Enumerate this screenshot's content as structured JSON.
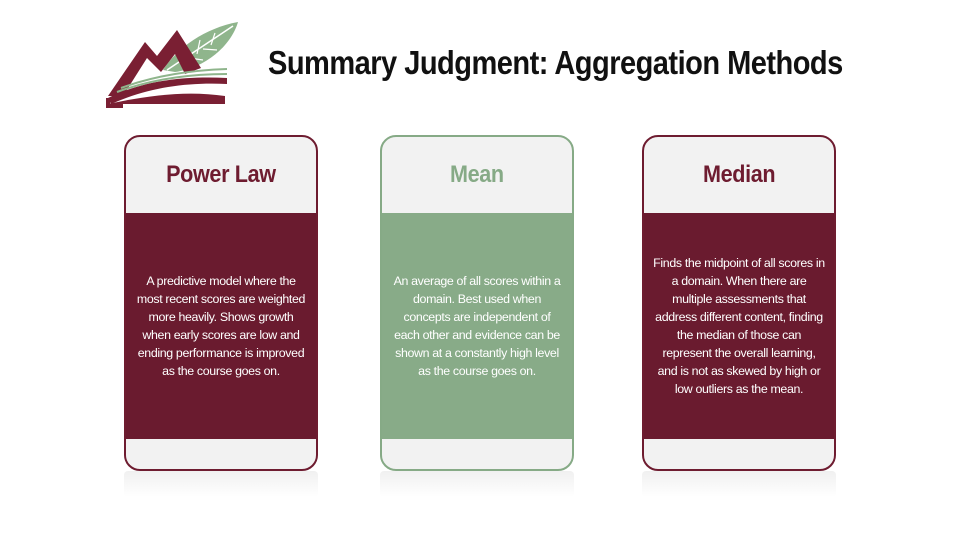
{
  "slide": {
    "title": "Summary Judgment: Aggregation Methods"
  },
  "logo": {
    "icon": "book-mountain-leaf-logo",
    "colors": [
      "#7a1f33",
      "#8fb58c"
    ]
  },
  "cards": [
    {
      "title": "Power Law",
      "text": "A predictive model where the most recent scores are weighted more heavily. Shows growth when early scores are low and ending performance is improved as the course goes on.",
      "accent": "#6a1b2f"
    },
    {
      "title": "Mean",
      "text": "An average of all scores within a domain. Best used when concepts are independent of each other and evidence can be shown at a constantly high level as the course goes on.",
      "accent": "#88ab88"
    },
    {
      "title": "Median",
      "text": "Finds the midpoint of all scores in a domain. When there are multiple assessments that address different content, finding the median of those can represent the overall learning, and is not as skewed by high or low outliers as the mean.",
      "accent": "#6a1b2f"
    }
  ]
}
